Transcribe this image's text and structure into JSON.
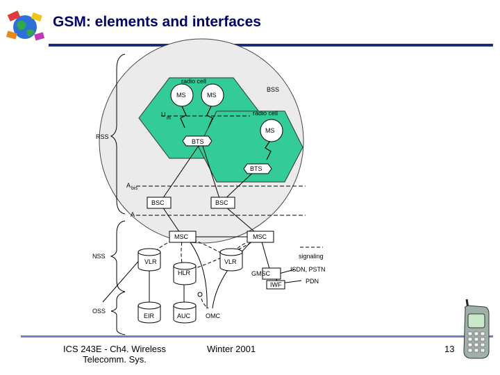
{
  "slide": {
    "title": "GSM: elements and interfaces",
    "footer_left_line1": "ICS 243E - Ch4. Wireless",
    "footer_left_line2": "Telecomm. Sys.",
    "footer_center": "Winter 2001",
    "page_number": "13"
  },
  "diagram": {
    "radio_cell_label_1": "radio cell",
    "radio_cell_label_2": "radio cell",
    "bss": "BSS",
    "ms_1": "MS",
    "ms_2": "MS",
    "ms_3": "MS",
    "um_main": "U",
    "um_sub": "m",
    "bts_1": "BTS",
    "bts_2": "BTS",
    "rss": "RSS",
    "abis_main": "A",
    "abis_sub": "bis",
    "bsc_1": "BSC",
    "bsc_2": "BSC",
    "a_interface": "A",
    "msc_1": "MSC",
    "msc_2": "MSC",
    "nss": "NSS",
    "vlr_1": "VLR",
    "vlr_2": "VLR",
    "hlr": "HLR",
    "gmsc": "GMSC",
    "iwf": "IWF",
    "signaling": "signaling",
    "isdn_pstn": "ISDN, PSTN",
    "pdn": "PDN",
    "oss": "OSS",
    "eir": "EIR",
    "auc": "AUC",
    "omc": "OMC"
  },
  "colors": {
    "title": "#000066",
    "cell_fill": "#33cc99",
    "circle_fill": "#ebebeb",
    "node_fill": "#ffffff",
    "rule": "#1f2a7a",
    "bottom_rule": "#6d7fd0"
  },
  "icons": {
    "logo": "globe-logo-icon",
    "phone": "mobile-phone-icon"
  }
}
